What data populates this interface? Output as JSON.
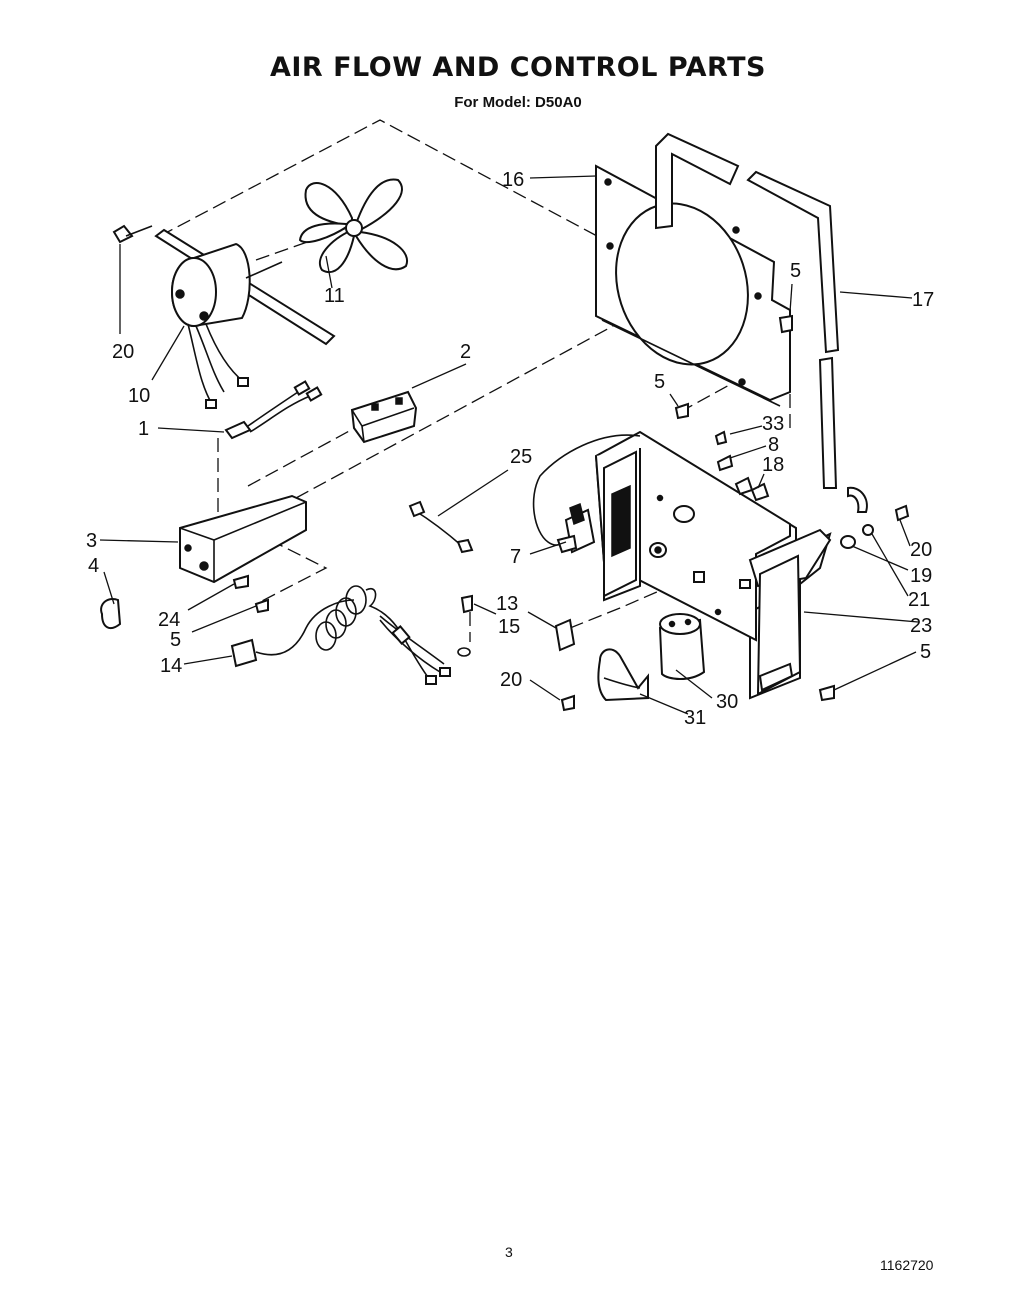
{
  "header": {
    "title": "AIR FLOW AND CONTROL PARTS",
    "subtitle": "For Model: D50A0"
  },
  "footer": {
    "page_number": "3",
    "document_number": "1162720"
  },
  "callouts": {
    "c1": "1",
    "c2": "2",
    "c3": "3",
    "c4": "4",
    "c5a": "5",
    "c5b": "5",
    "c5c": "5",
    "c5d": "5",
    "c7": "7",
    "c8": "8",
    "c10": "10",
    "c11": "11",
    "c13": "13",
    "c14": "14",
    "c15": "15",
    "c16": "16",
    "c17": "17",
    "c18": "18",
    "c19": "19",
    "c20a": "20",
    "c20b": "20",
    "c20c": "20",
    "c21": "21",
    "c23": "23",
    "c24": "24",
    "c25": "25",
    "c30": "30",
    "c31": "31",
    "c33": "33"
  }
}
